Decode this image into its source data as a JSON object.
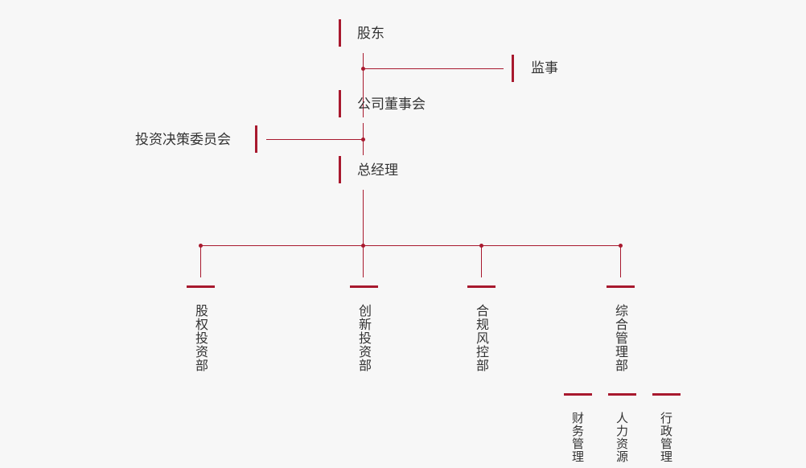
{
  "nodes": {
    "shareholders": "股东",
    "supervisor": "监事",
    "board": "公司董事会",
    "investment_committee": "投资决策委员会",
    "general_manager": "总经理"
  },
  "departments": {
    "equity_investment": "股权投资部",
    "innovation_investment": "创新投资部",
    "compliance_risk": "合规风控部",
    "general_management": "综合管理部"
  },
  "sub_departments": {
    "finance": "财务管理",
    "hr": "人力资源",
    "admin": "行政管理"
  },
  "colors": {
    "accent": "#a8192e",
    "background": "#f7f7f7",
    "text": "#333333"
  }
}
